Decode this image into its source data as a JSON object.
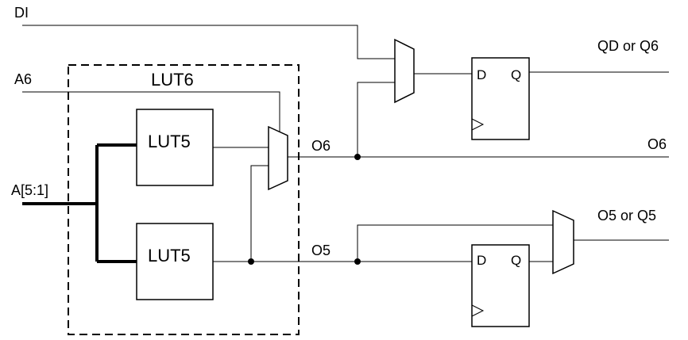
{
  "signals": {
    "di": "DI",
    "a6": "A6",
    "a51": "A[5:1]",
    "o6_internal": "O6",
    "o5_internal": "O5",
    "o6_out": "O6",
    "qd_or_q6": "QD or Q6",
    "o5_or_q5": "O5 or Q5"
  },
  "blocks": {
    "lut6": "LUT6",
    "lut5_top": "LUT5",
    "lut5_bottom": "LUT5"
  },
  "flipflops": {
    "top": {
      "d": "D",
      "q": "Q"
    },
    "bottom": {
      "d": "D",
      "q": "Q"
    }
  }
}
